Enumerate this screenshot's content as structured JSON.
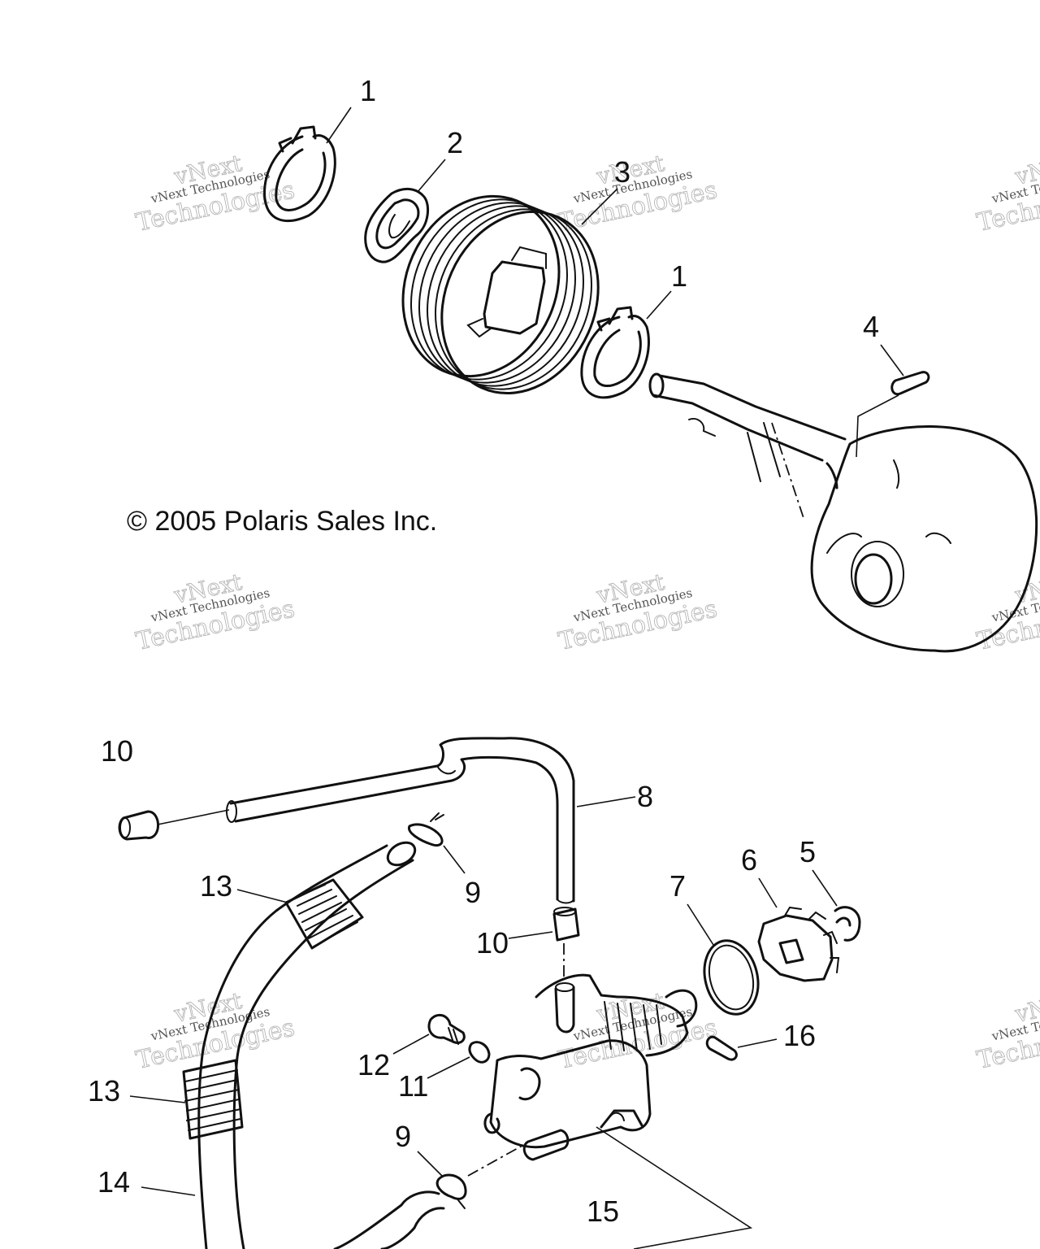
{
  "copyright": "© 2005 Polaris Sales Inc.",
  "watermark": {
    "top_line": "vNext Technologies",
    "big_line1": "vNext",
    "big_line2": "Technologies"
  },
  "callouts": {
    "c1a": "1",
    "c2": "2",
    "c3": "3",
    "c1b": "1",
    "c4": "4",
    "c10a": "10",
    "c8": "8",
    "c9a": "9",
    "c13a": "13",
    "c10b": "10",
    "c7": "7",
    "c6": "6",
    "c5": "5",
    "c16": "16",
    "c12": "12",
    "c11": "11",
    "c13b": "13",
    "c9b": "9",
    "c14": "14",
    "c15": "15"
  }
}
